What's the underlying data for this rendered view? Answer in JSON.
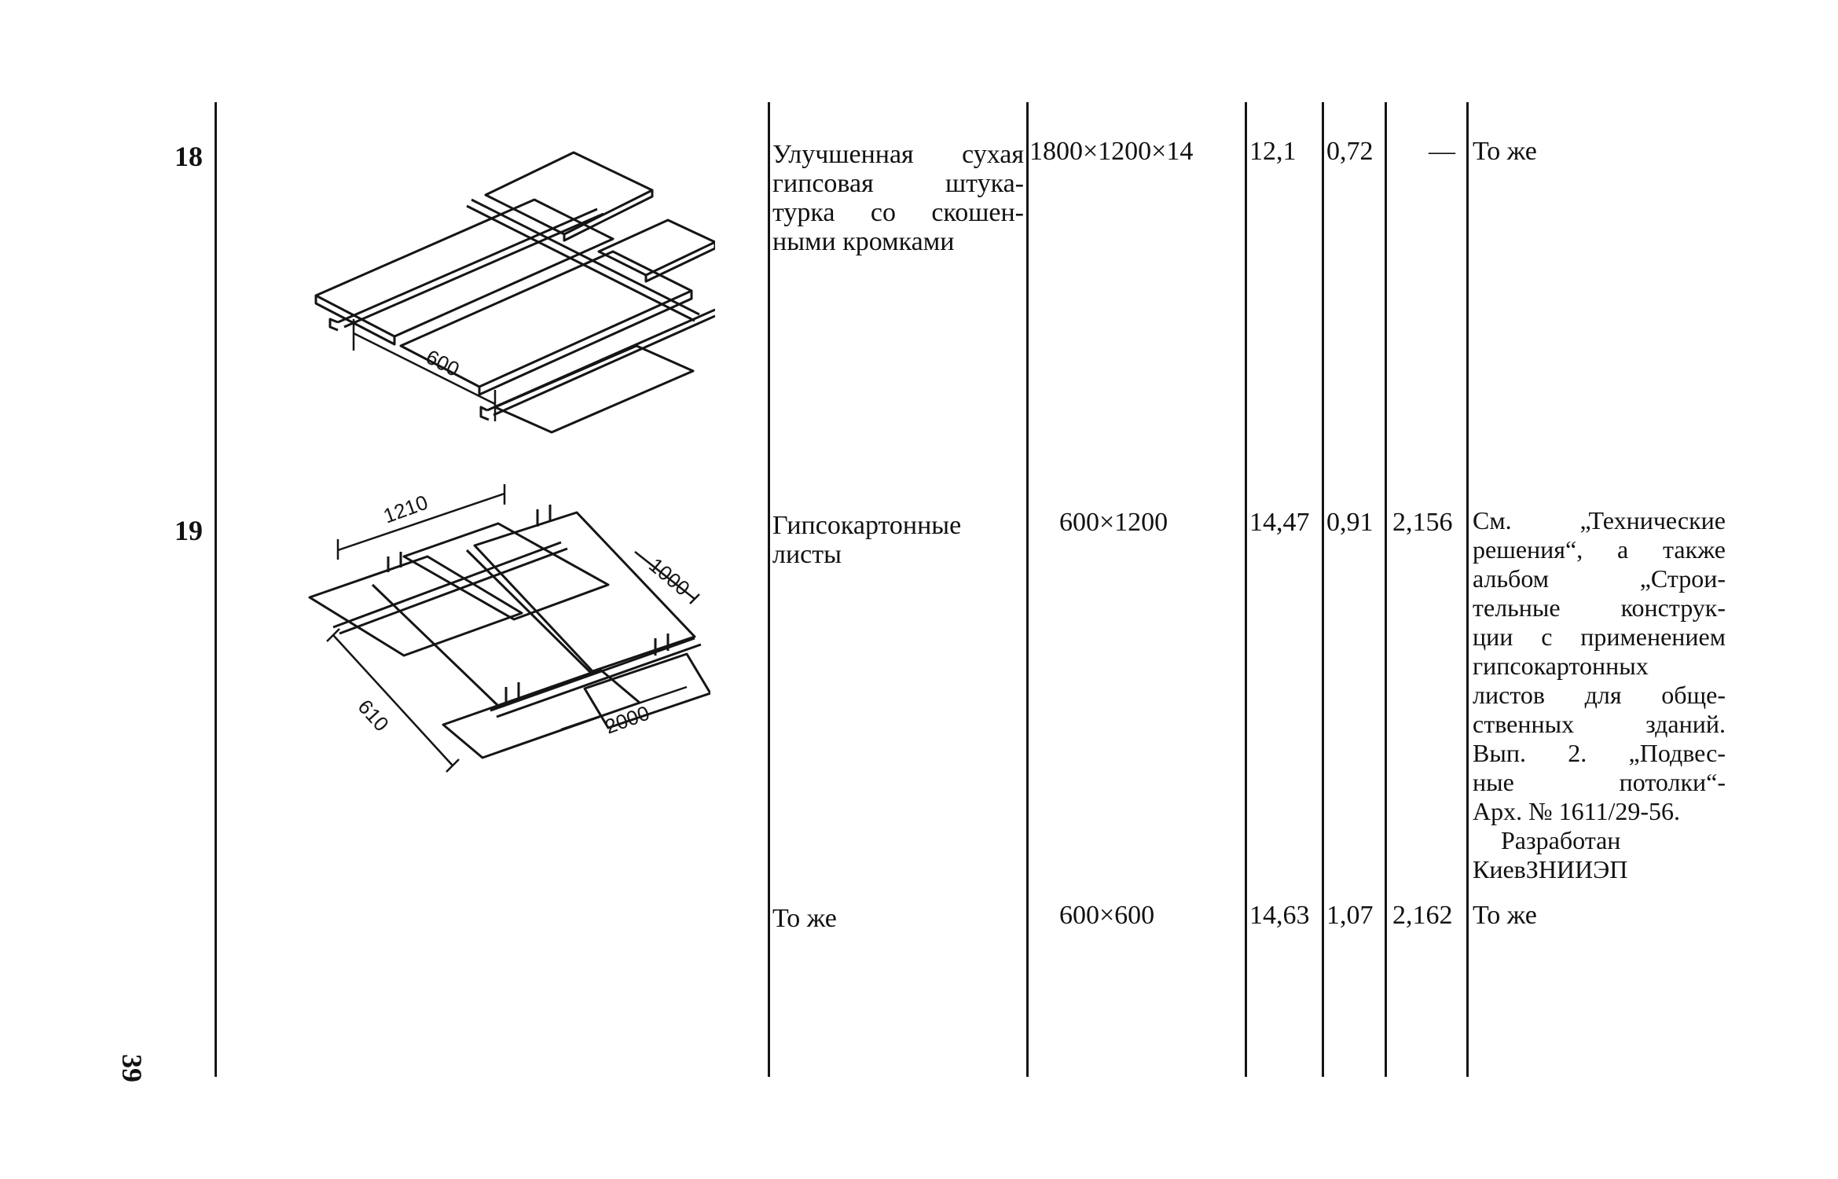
{
  "page_number": "39",
  "rows": [
    {
      "no": "18",
      "desc_lines": [
        "Улучшенная сухая",
        "гипсовая штука-",
        "турка со скошен-",
        "ными кромками"
      ],
      "size": "1800×1200×14",
      "v1": "12,1",
      "v2": "0,72",
      "v3": "—",
      "note": "То же",
      "fig_labels": {
        "dim1": "600"
      }
    },
    {
      "no": "19",
      "desc_lines": [
        "Гипсокартонные",
        "листы"
      ],
      "size": "600×1200",
      "v1": "14,47",
      "v2": "0,91",
      "v3": "2,156",
      "note_lines": [
        "См. „Технические",
        "решения“, а также",
        "альбом „Строи-",
        "тельные конструк-",
        "ции с применением",
        "гипсокартонных",
        "листов для обще-",
        "ственных зданий.",
        "Вып. 2. „Подвес-",
        "ные потолки“-",
        "Арх. № 1611/29-56.",
        "Разработан",
        "КиевЗНИИЭП"
      ],
      "fig_labels": {
        "dim1": "1210",
        "dim2": "1000",
        "dim3": "610",
        "dim4": "2000"
      }
    },
    {
      "no": "",
      "desc_lines": [
        "То же"
      ],
      "size": "600×600",
      "v1": "14,63",
      "v2": "1,07",
      "v3": "2,162",
      "note": "То же"
    }
  ]
}
